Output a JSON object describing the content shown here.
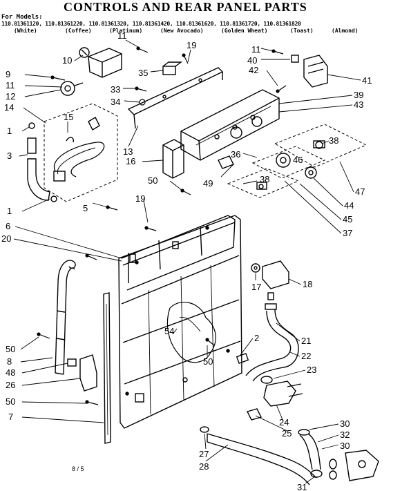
{
  "title": "CONTROLS  AND REAR PANEL PARTS",
  "header": {
    "models_label": "For Models:",
    "models_line": "110.81361120, 110.81361220, 110.81361320, 110.81361420, 110.81361620, 110.81361720, 110.81361820",
    "colors": [
      "(White)",
      "(Coffee)",
      "(Platinum)",
      "(New Avocado)",
      "(Golden Wheat)",
      "(Toast)",
      "(Almond)"
    ]
  },
  "footer": "8 / 5",
  "callouts": {
    "c11a": "11",
    "c19a": "19",
    "c11b": "11",
    "c40": "40",
    "c10": "10",
    "c35": "35",
    "c42": "42",
    "c41": "41",
    "c9": "9",
    "c11c": "11",
    "c33": "33",
    "c39": "39",
    "c12": "12",
    "c34": "34",
    "c43": "43",
    "c14": "14",
    "c15": "15",
    "c1a": "1",
    "c38a": "38",
    "c13": "13",
    "c3": "3",
    "c16": "16",
    "c36": "36",
    "c46": "46",
    "c49": "49",
    "c50a": "50",
    "c38b": "38",
    "c47": "47",
    "c1b": "1",
    "c19b": "19",
    "c5": "5",
    "c44": "44",
    "c6": "6",
    "c45": "45",
    "c37": "37",
    "c20": "20",
    "c17": "17",
    "c18": "18",
    "c54": "54",
    "c2": "2",
    "c21": "21",
    "c50b": "50",
    "c50c": "50",
    "c8": "8",
    "c22": "22",
    "c48": "48",
    "c23": "23",
    "c26": "26",
    "c50d": "50",
    "c24": "24",
    "c25": "25",
    "c7": "7",
    "c30a": "30",
    "c32": "32",
    "c30b": "30",
    "c27": "27",
    "c28": "28",
    "c31": "31"
  }
}
